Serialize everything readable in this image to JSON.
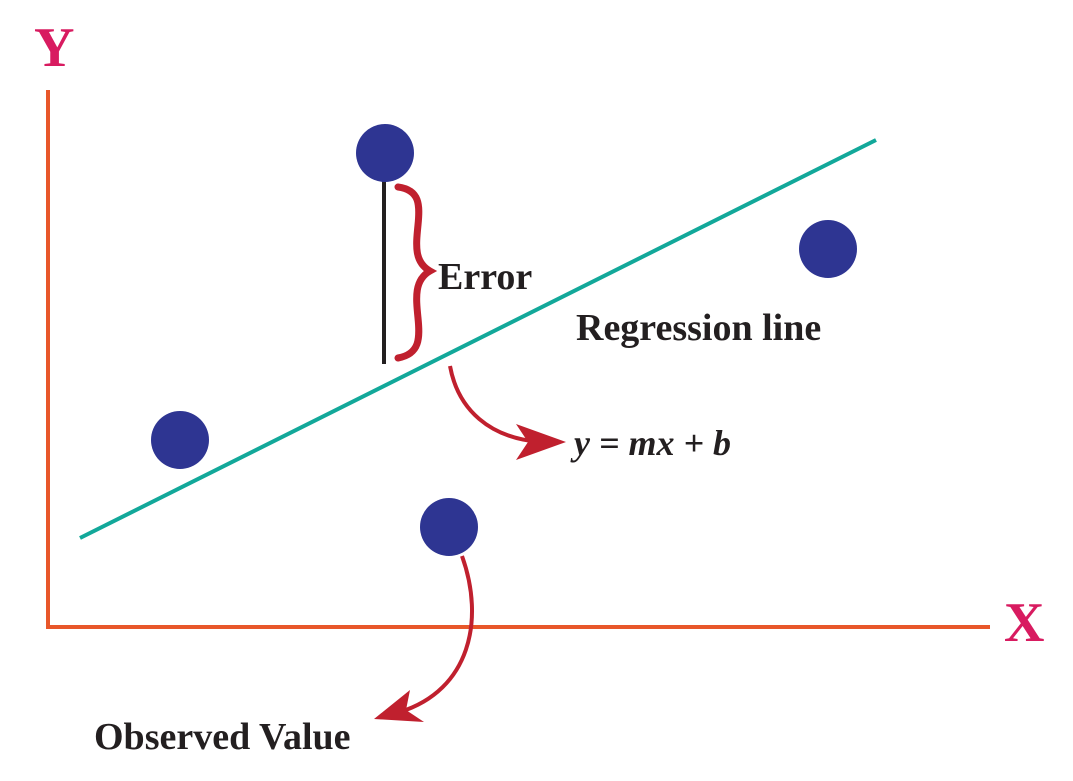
{
  "axes": {
    "y_label": "Y",
    "x_label": "X",
    "axis_color": "#e8572a",
    "letter_color": "#d81b60"
  },
  "labels": {
    "error": "Error",
    "regression_line": "Regression line",
    "equation": "y = mx + b",
    "observed_value": "Observed Value"
  },
  "colors": {
    "point": "#2e3592",
    "regression_line": "#12a89a",
    "error_bar": "#231f20",
    "brace": "#c0202e",
    "arrow": "#c0202e",
    "text": "#231f20"
  },
  "points_count": 4
}
